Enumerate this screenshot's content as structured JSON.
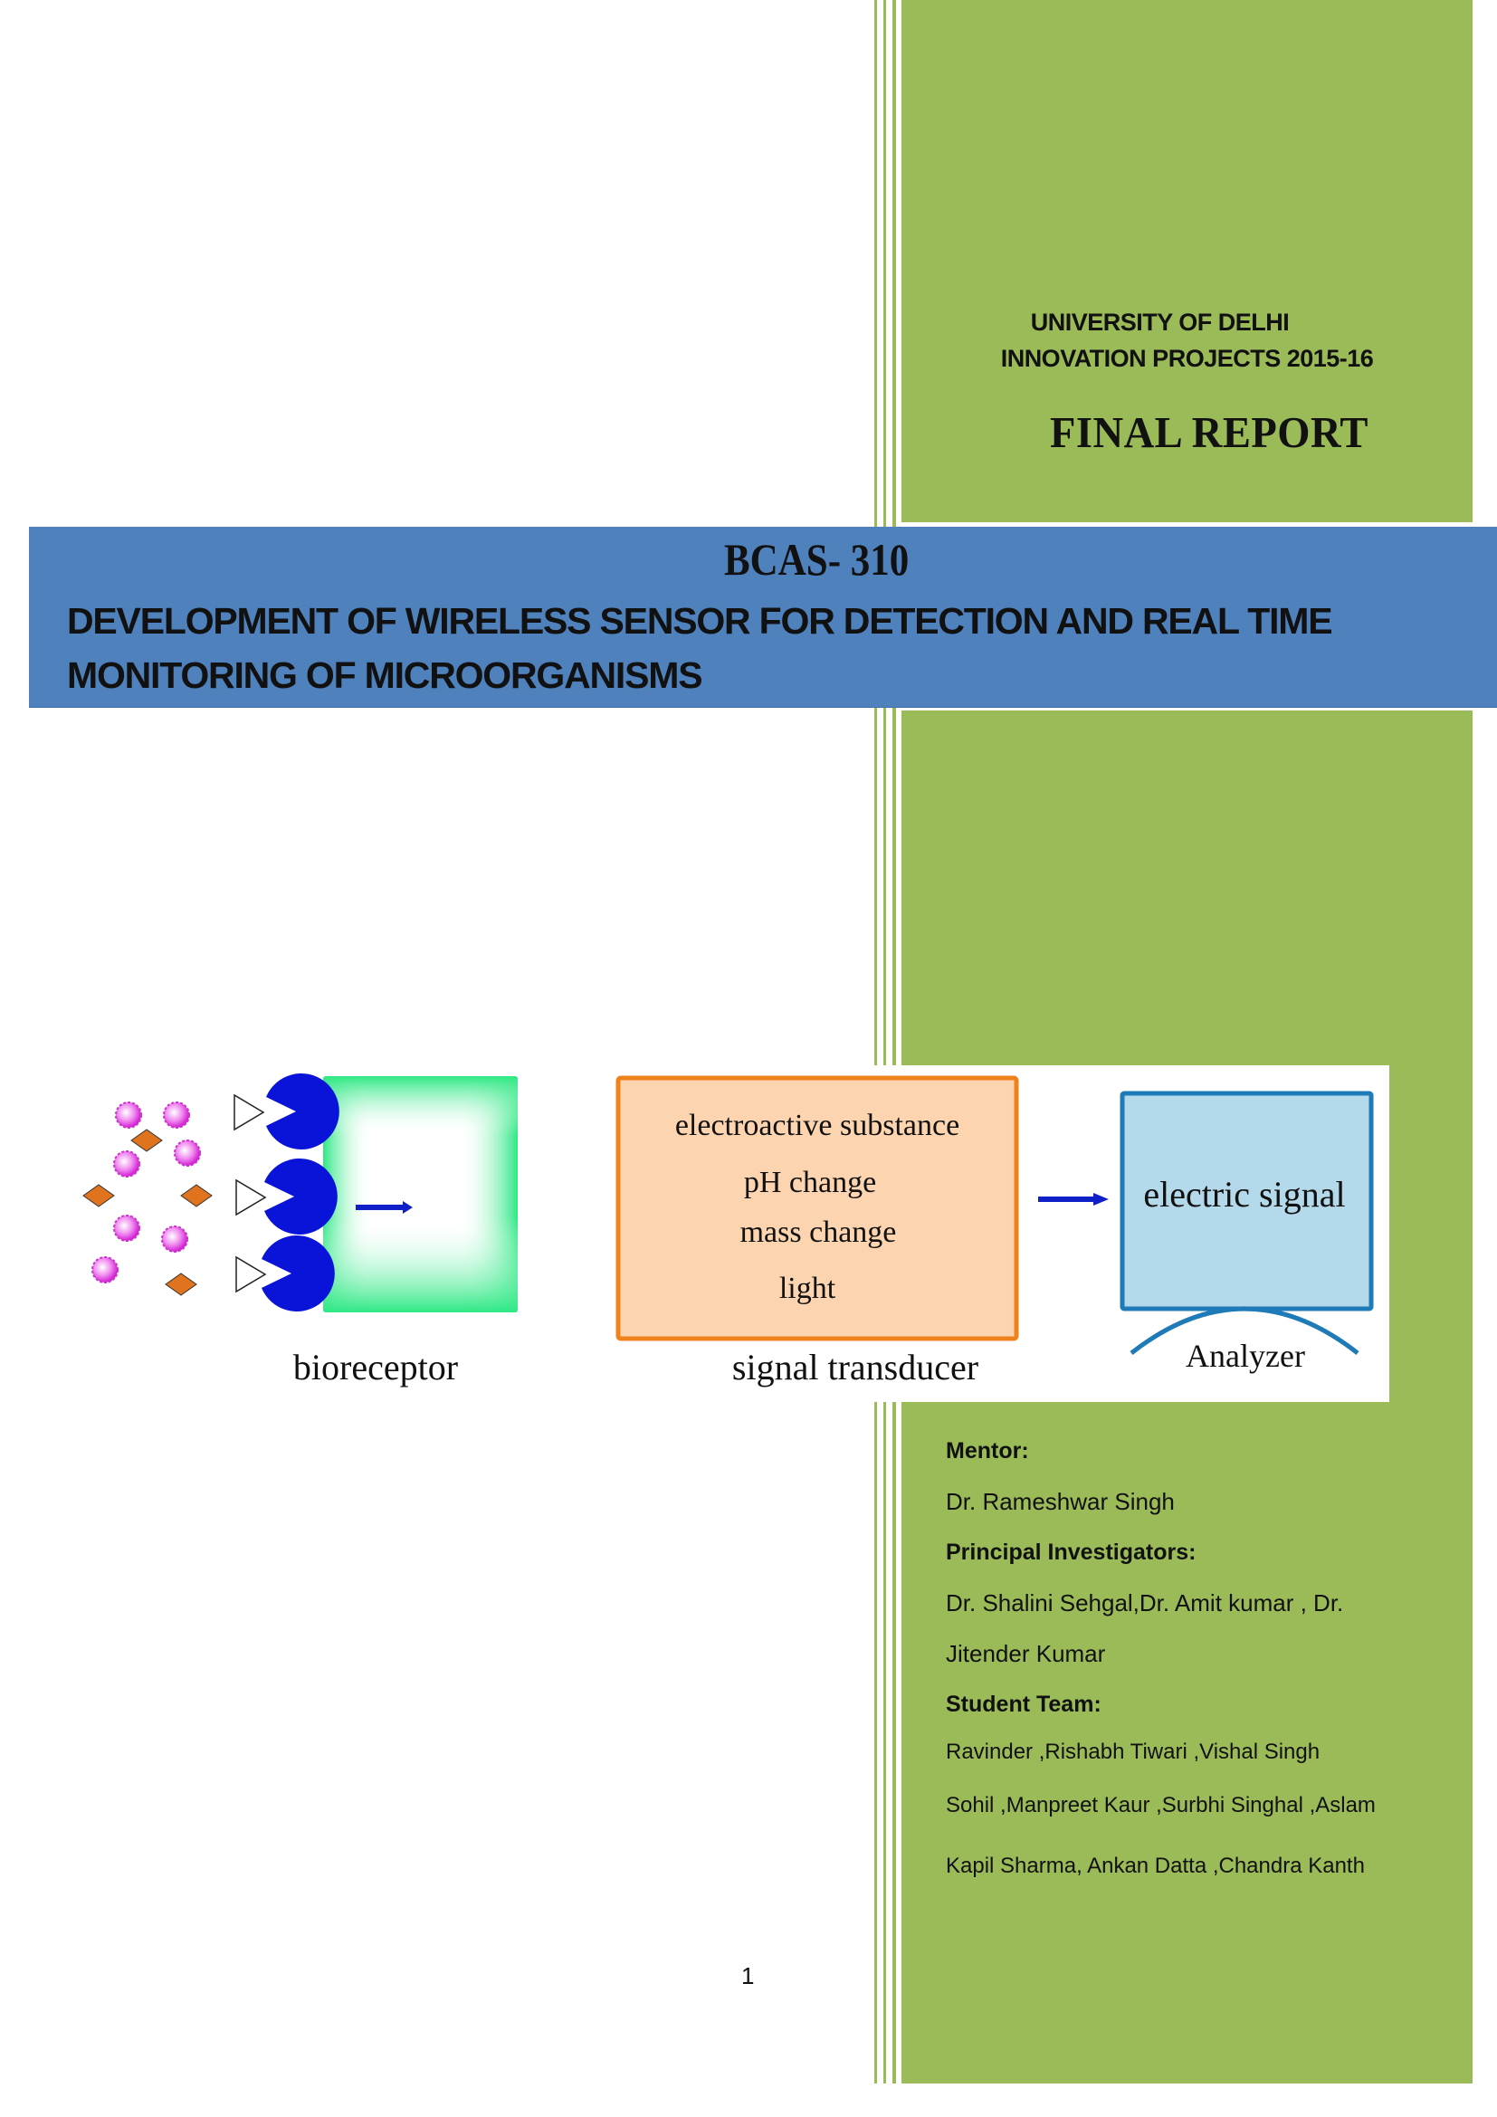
{
  "cover": {
    "institution": "UNIVERSITY OF DELHI",
    "program": "INNOVATION PROJECTS 2015-16",
    "report_type": "FINAL REPORT",
    "project_code": "BCAS- 310",
    "title_line1": "DEVELOPMENT OF WIRELESS SENSOR FOR  DETECTION AND REAL TIME",
    "title_line2": "MONITORING OF  MICROORGANISMS"
  },
  "colors": {
    "panel_green": "#9bbb59",
    "band_blue": "#4f81bd",
    "transducer_fill": "#fcd5b0",
    "transducer_border": "#f0821e",
    "analyzer_fill": "#b4d9ea",
    "analyzer_border": "#1f7ab8",
    "receptor_blue": "#0a14d8",
    "arrow_blue": "#1020c8"
  },
  "diagram": {
    "stages": [
      {
        "label": "bioreceptor"
      },
      {
        "label": "signal transducer",
        "items": [
          "electroactive substance",
          "pH change",
          "mass change",
          "light"
        ]
      },
      {
        "label": "Analyzer",
        "items": [
          "electric signal"
        ]
      }
    ]
  },
  "credits": {
    "mentor_heading": "Mentor:",
    "mentor": "Dr. Rameshwar Singh",
    "pi_heading": "Principal Investigators:",
    "pi_line1": "Dr. Shalini Sehgal,Dr. Amit kumar , Dr.",
    "pi_line2": "Jitender Kumar",
    "team_heading": "Student Team:",
    "team_lines": [
      "Ravinder  ,Rishabh Tiwari ,Vishal Singh",
      "Sohil ,Manpreet Kaur ,Surbhi Singhal ,Aslam",
      "Kapil Sharma, Ankan Datta ,Chandra Kanth"
    ]
  },
  "page_number": "1"
}
